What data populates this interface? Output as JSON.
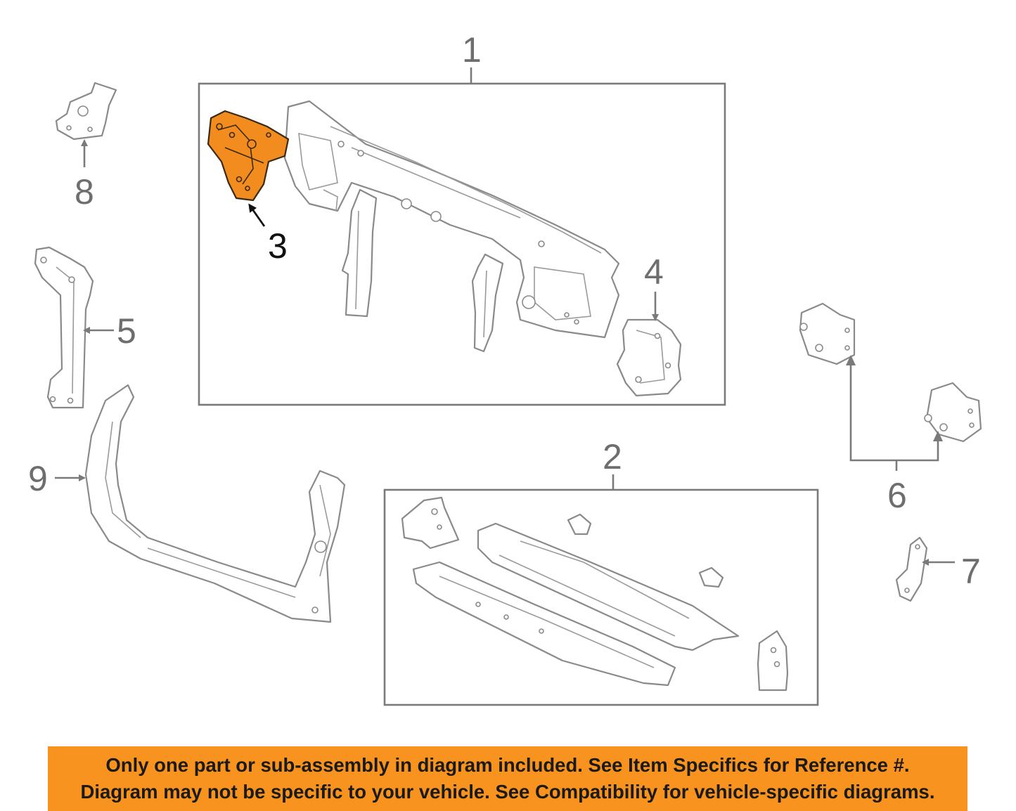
{
  "callouts": {
    "c1": "1",
    "c2": "2",
    "c3": "3",
    "c4": "4",
    "c5": "5",
    "c6": "6",
    "c7": "7",
    "c8": "8",
    "c9": "9"
  },
  "highlighted_part": "3",
  "colors": {
    "highlight": "#f28c1e",
    "notice_background": "#f7931e",
    "line_art": "#8a8a8a"
  },
  "notice": {
    "line1": "Only one part or sub-assembly in diagram included. See Item Specifics for Reference #.",
    "line2": "Diagram may not be specific to your vehicle. See Compatibility for vehicle-specific diagrams."
  }
}
